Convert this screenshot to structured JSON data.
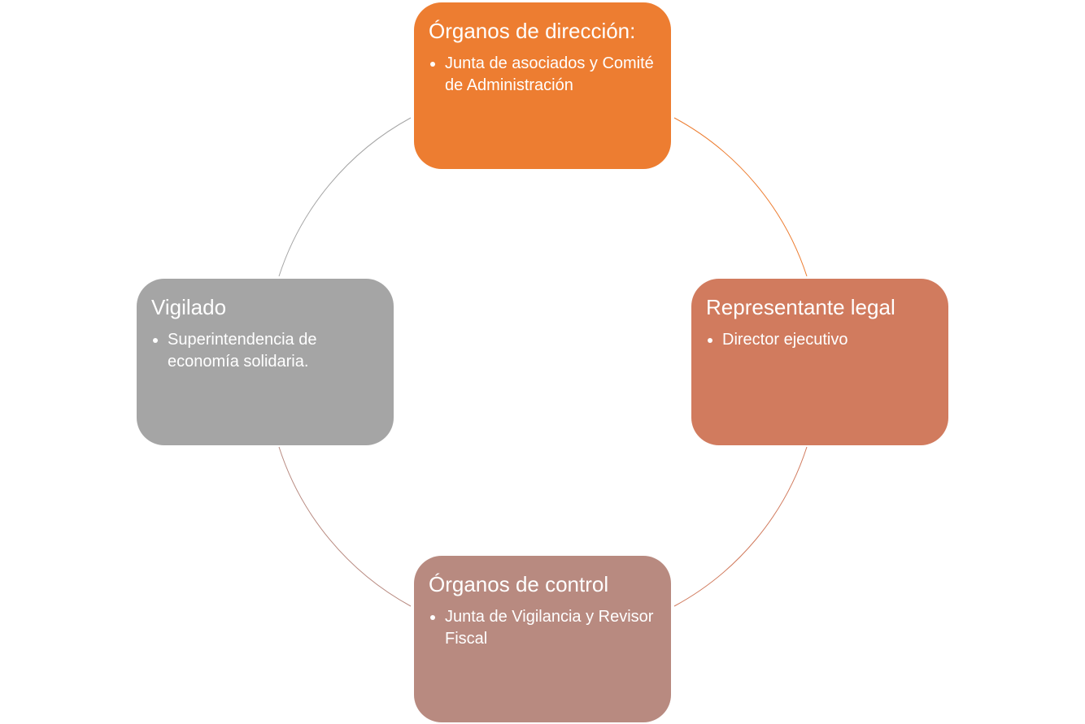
{
  "nodes": [
    {
      "title": "Órganos de dirección:",
      "items": [
        "Junta de asociados y Comité de Administración"
      ],
      "color": "#ED7D31"
    },
    {
      "title": "Representante legal",
      "items": [
        "Director ejecutivo"
      ],
      "color": "#D17B5E"
    },
    {
      "title": "Órganos de control",
      "items": [
        "Junta de Vigilancia y Revisor Fiscal"
      ],
      "color": "#B88A80"
    },
    {
      "title": "Vigilado",
      "items": [
        "Superintendencia de economía solidaria."
      ],
      "color": "#A5A5A5"
    }
  ],
  "arc_colors": [
    "#ED7D31",
    "#D17B5E",
    "#B88A80",
    "#A5A5A5"
  ]
}
